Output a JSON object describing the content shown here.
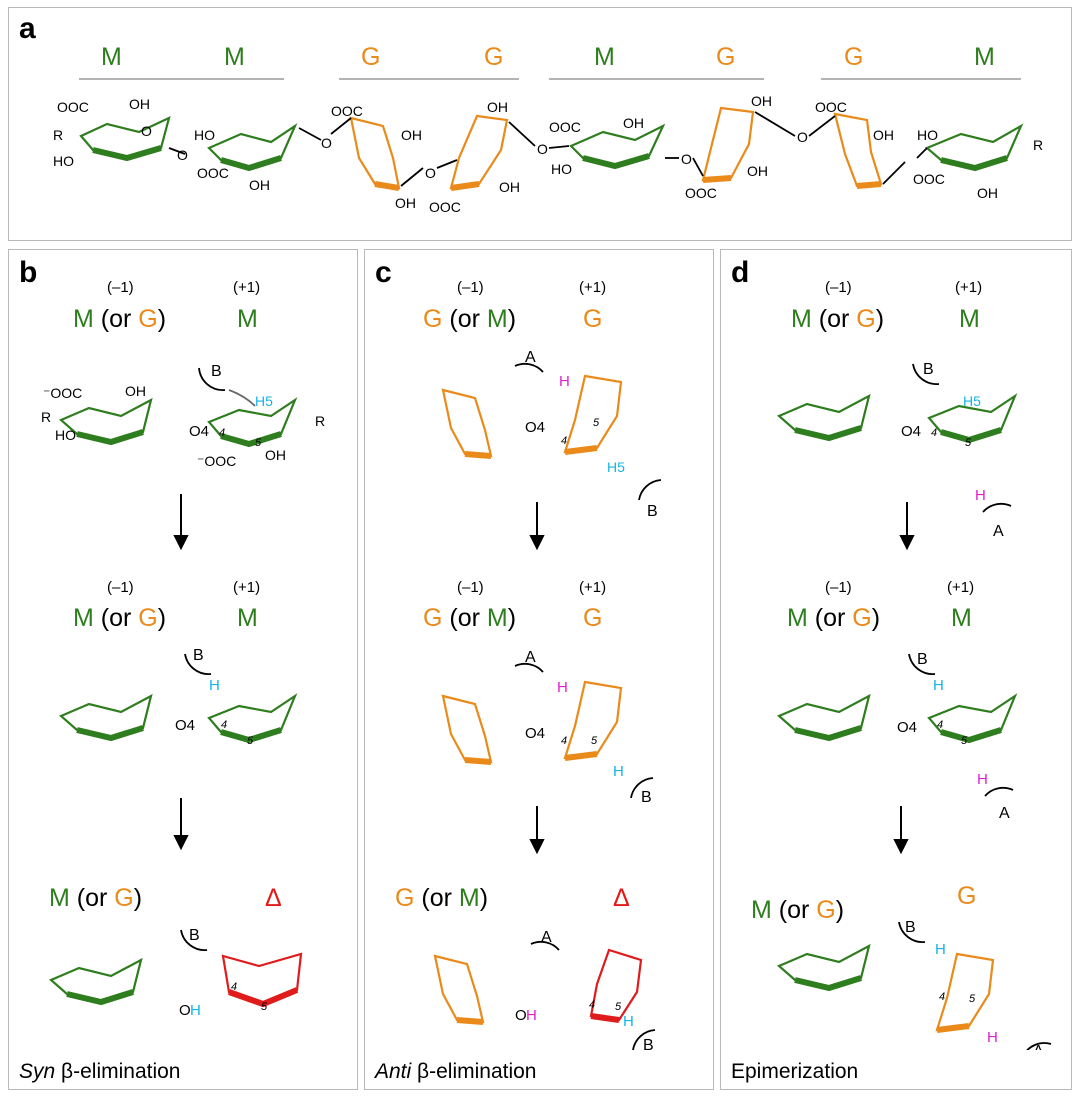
{
  "colors": {
    "mannuronate": "#2e7d1e",
    "guluronate": "#ea8a1a",
    "unsaturated": "#e01b1b",
    "proton_h5": "#14b4e6",
    "proton_acid": "#e020d0"
  },
  "panel_a": {
    "label": "a",
    "residues": [
      "M",
      "M",
      "G",
      "G",
      "M",
      "G",
      "G",
      "M"
    ],
    "groups": [
      "OOC",
      "OH",
      "O",
      "HO",
      "R",
      "OH",
      "O",
      "HO",
      "OOC",
      "OH",
      "O",
      "OOC",
      "OH",
      "OH",
      "O",
      "OH",
      "OOC",
      "O",
      "OOC",
      "OH",
      "HO",
      "O",
      "OH",
      "OOC",
      "OH",
      "O",
      "OOC",
      "OH",
      "HO",
      "OOC",
      "OH",
      "R"
    ]
  },
  "panel_b": {
    "label": "b",
    "caption_italic": "Syn",
    "caption_rest": " β-elimination",
    "step1": {
      "pos_left": "(–1)",
      "pos_right": "(+1)",
      "left_res": "M",
      "or_open": " (or ",
      "left_alt": "G",
      "or_close": ")",
      "right_res": "M",
      "labels": {
        "base": "B",
        "h5": "H5",
        "o4": "O4",
        "c4": "4",
        "c5": "5",
        "coo": "⁻OOC",
        "coo2": "⁻OOC",
        "oh": "OH",
        "oh2": "OH",
        "ho": "HO",
        "r": "R",
        "r2": "R"
      }
    },
    "step2": {
      "pos_left": "(–1)",
      "pos_right": "(+1)",
      "left_res": "M",
      "or_open": " (or ",
      "left_alt": "G",
      "or_close": ")",
      "right_res": "M",
      "labels": {
        "base": "B",
        "h": "H",
        "o4": "O4",
        "c4": "4",
        "c5": "5"
      }
    },
    "step3": {
      "left_res": "M",
      "or_open": " (or ",
      "left_alt": "G",
      "or_close": ")",
      "right_res": "Δ",
      "labels": {
        "base": "B",
        "oh_o": "O",
        "oh_h": "H",
        "c4": "4",
        "c5": "5"
      }
    }
  },
  "panel_c": {
    "label": "c",
    "caption_italic": "Anti",
    "caption_rest": " β-elimination",
    "step1": {
      "pos_left": "(–1)",
      "pos_right": "(+1)",
      "left_res": "G",
      "or_open": " (or ",
      "left_alt": "M",
      "or_close": ")",
      "right_res": "G",
      "labels": {
        "acid": "A",
        "base": "B",
        "h": "H",
        "h5": "H5",
        "o4": "O4",
        "c4": "4",
        "c5": "5"
      }
    },
    "step2": {
      "pos_left": "(–1)",
      "pos_right": "(+1)",
      "left_res": "G",
      "or_open": " (or ",
      "left_alt": "M",
      "or_close": ")",
      "right_res": "G",
      "labels": {
        "acid": "A",
        "base": "B",
        "h": "H",
        "h2": "H",
        "o4": "O4",
        "c4": "4",
        "c5": "5"
      }
    },
    "step3": {
      "left_res": "G",
      "or_open": " (or ",
      "left_alt": "M",
      "or_close": ")",
      "right_res": "Δ",
      "labels": {
        "acid": "A",
        "base": "B",
        "oh_o": "O",
        "oh_h": "H",
        "h": "H",
        "c4": "4",
        "c5": "5"
      }
    }
  },
  "panel_d": {
    "label": "d",
    "caption": "Epimerization",
    "step1": {
      "pos_left": "(–1)",
      "pos_right": "(+1)",
      "left_res": "M",
      "or_open": " (or ",
      "left_alt": "G",
      "or_close": ")",
      "right_res": "M",
      "labels": {
        "acid": "A",
        "base": "B",
        "h": "H",
        "h5": "H5",
        "o4": "O4",
        "c4": "4",
        "c5": "5"
      }
    },
    "step2": {
      "pos_left": "(–1)",
      "pos_right": "(+1)",
      "left_res": "M",
      "or_open": " (or ",
      "left_alt": "G",
      "or_close": ")",
      "right_res": "M",
      "labels": {
        "acid": "A",
        "base": "B",
        "h": "H",
        "h2": "H",
        "o4": "O4",
        "c4": "4",
        "c5": "5"
      }
    },
    "step3": {
      "left_res": "M",
      "or_open": " (or ",
      "left_alt": "G",
      "or_close": ")",
      "right_res": "G",
      "labels": {
        "acid": "A",
        "base": "B",
        "h": "H",
        "h2": "H",
        "c4": "4",
        "c5": "5"
      }
    }
  }
}
